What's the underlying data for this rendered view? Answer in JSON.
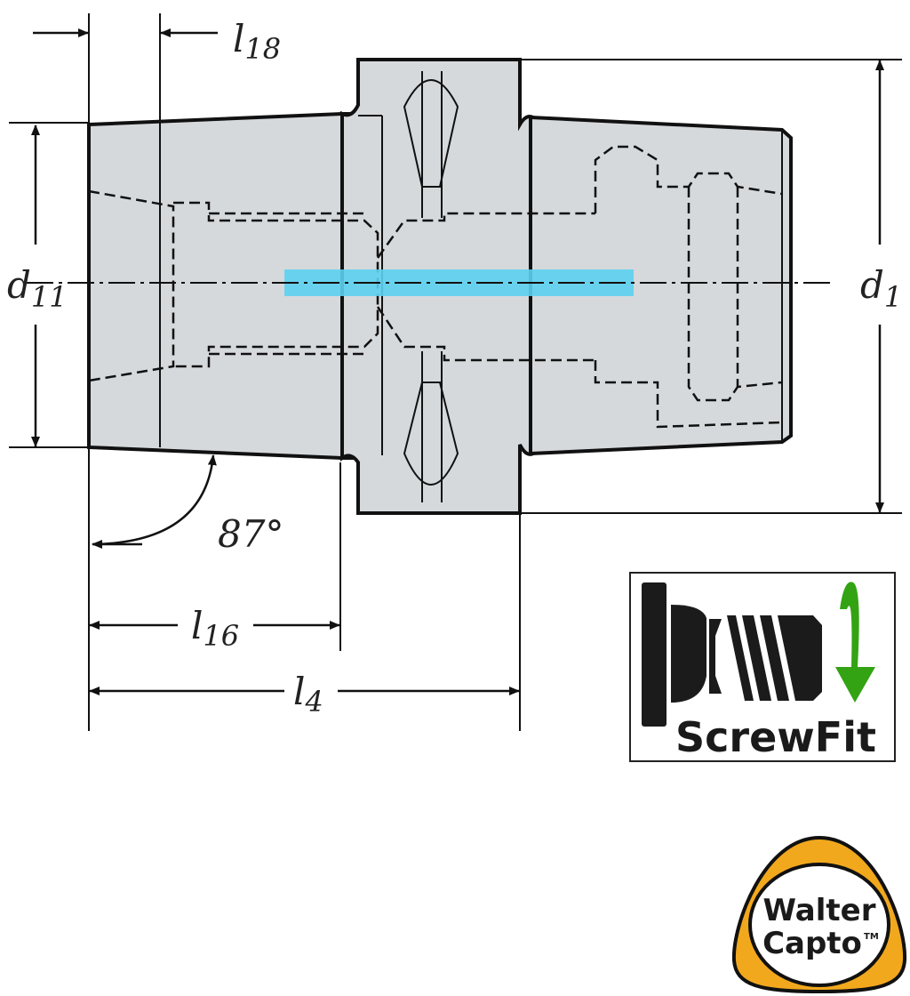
{
  "drawing": {
    "dimensions": {
      "l18": {
        "symbol": "l",
        "index": "18"
      },
      "d11": {
        "symbol": "d",
        "index": "11"
      },
      "d1": {
        "symbol": "d",
        "index": "1"
      },
      "angle": "87°",
      "l16": {
        "symbol": "l",
        "index": "16"
      },
      "l4": {
        "symbol": "l",
        "index": "4"
      }
    },
    "colors": {
      "body": "#d5d9dc",
      "coolant": "#5cd0f0",
      "arrow_green": "#33a314",
      "logo_yellow": "#f2a81d"
    }
  },
  "badges": {
    "screwfit": "ScrewFit",
    "logo_line1": "Walter",
    "logo_line2": "Capto",
    "logo_tm": "TM"
  }
}
